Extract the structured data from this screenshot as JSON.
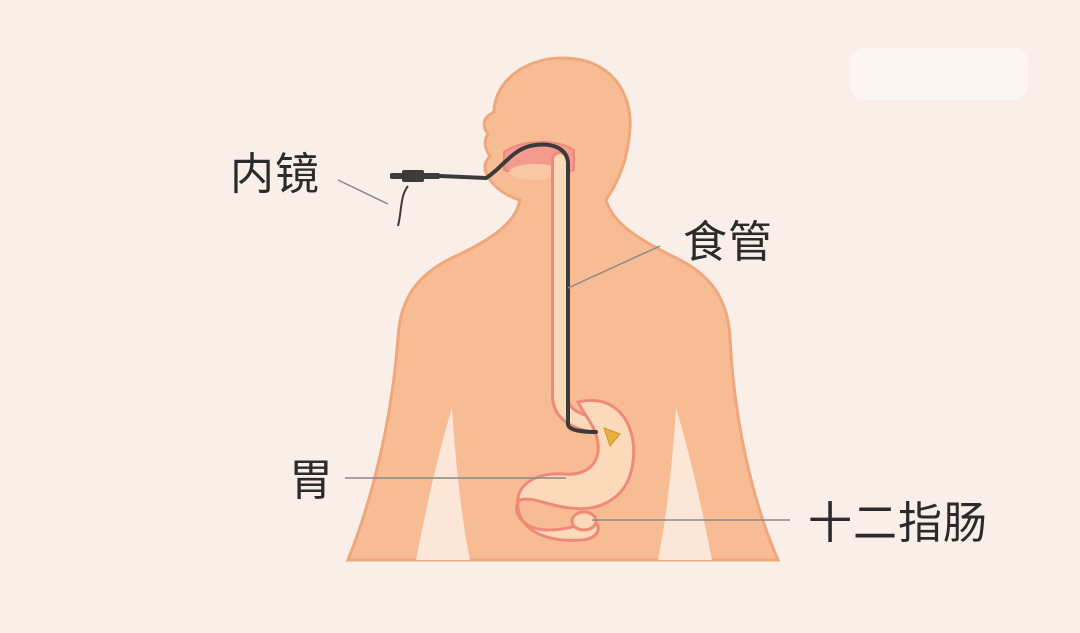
{
  "labels": {
    "endoscope": "内镜",
    "esophagus": "食管",
    "stomach": "胃",
    "duodenum": "十二指肠"
  },
  "colors": {
    "background": "#f9efe8",
    "body": "#f7bc93",
    "body_outline": "#efa77b",
    "organ_fill": "#fbd9b9",
    "organ_outline": "#ef8a78",
    "scope": "#3b3b3b",
    "leader_line": "#8a8a8a",
    "label_text": "#2b2b2b"
  }
}
